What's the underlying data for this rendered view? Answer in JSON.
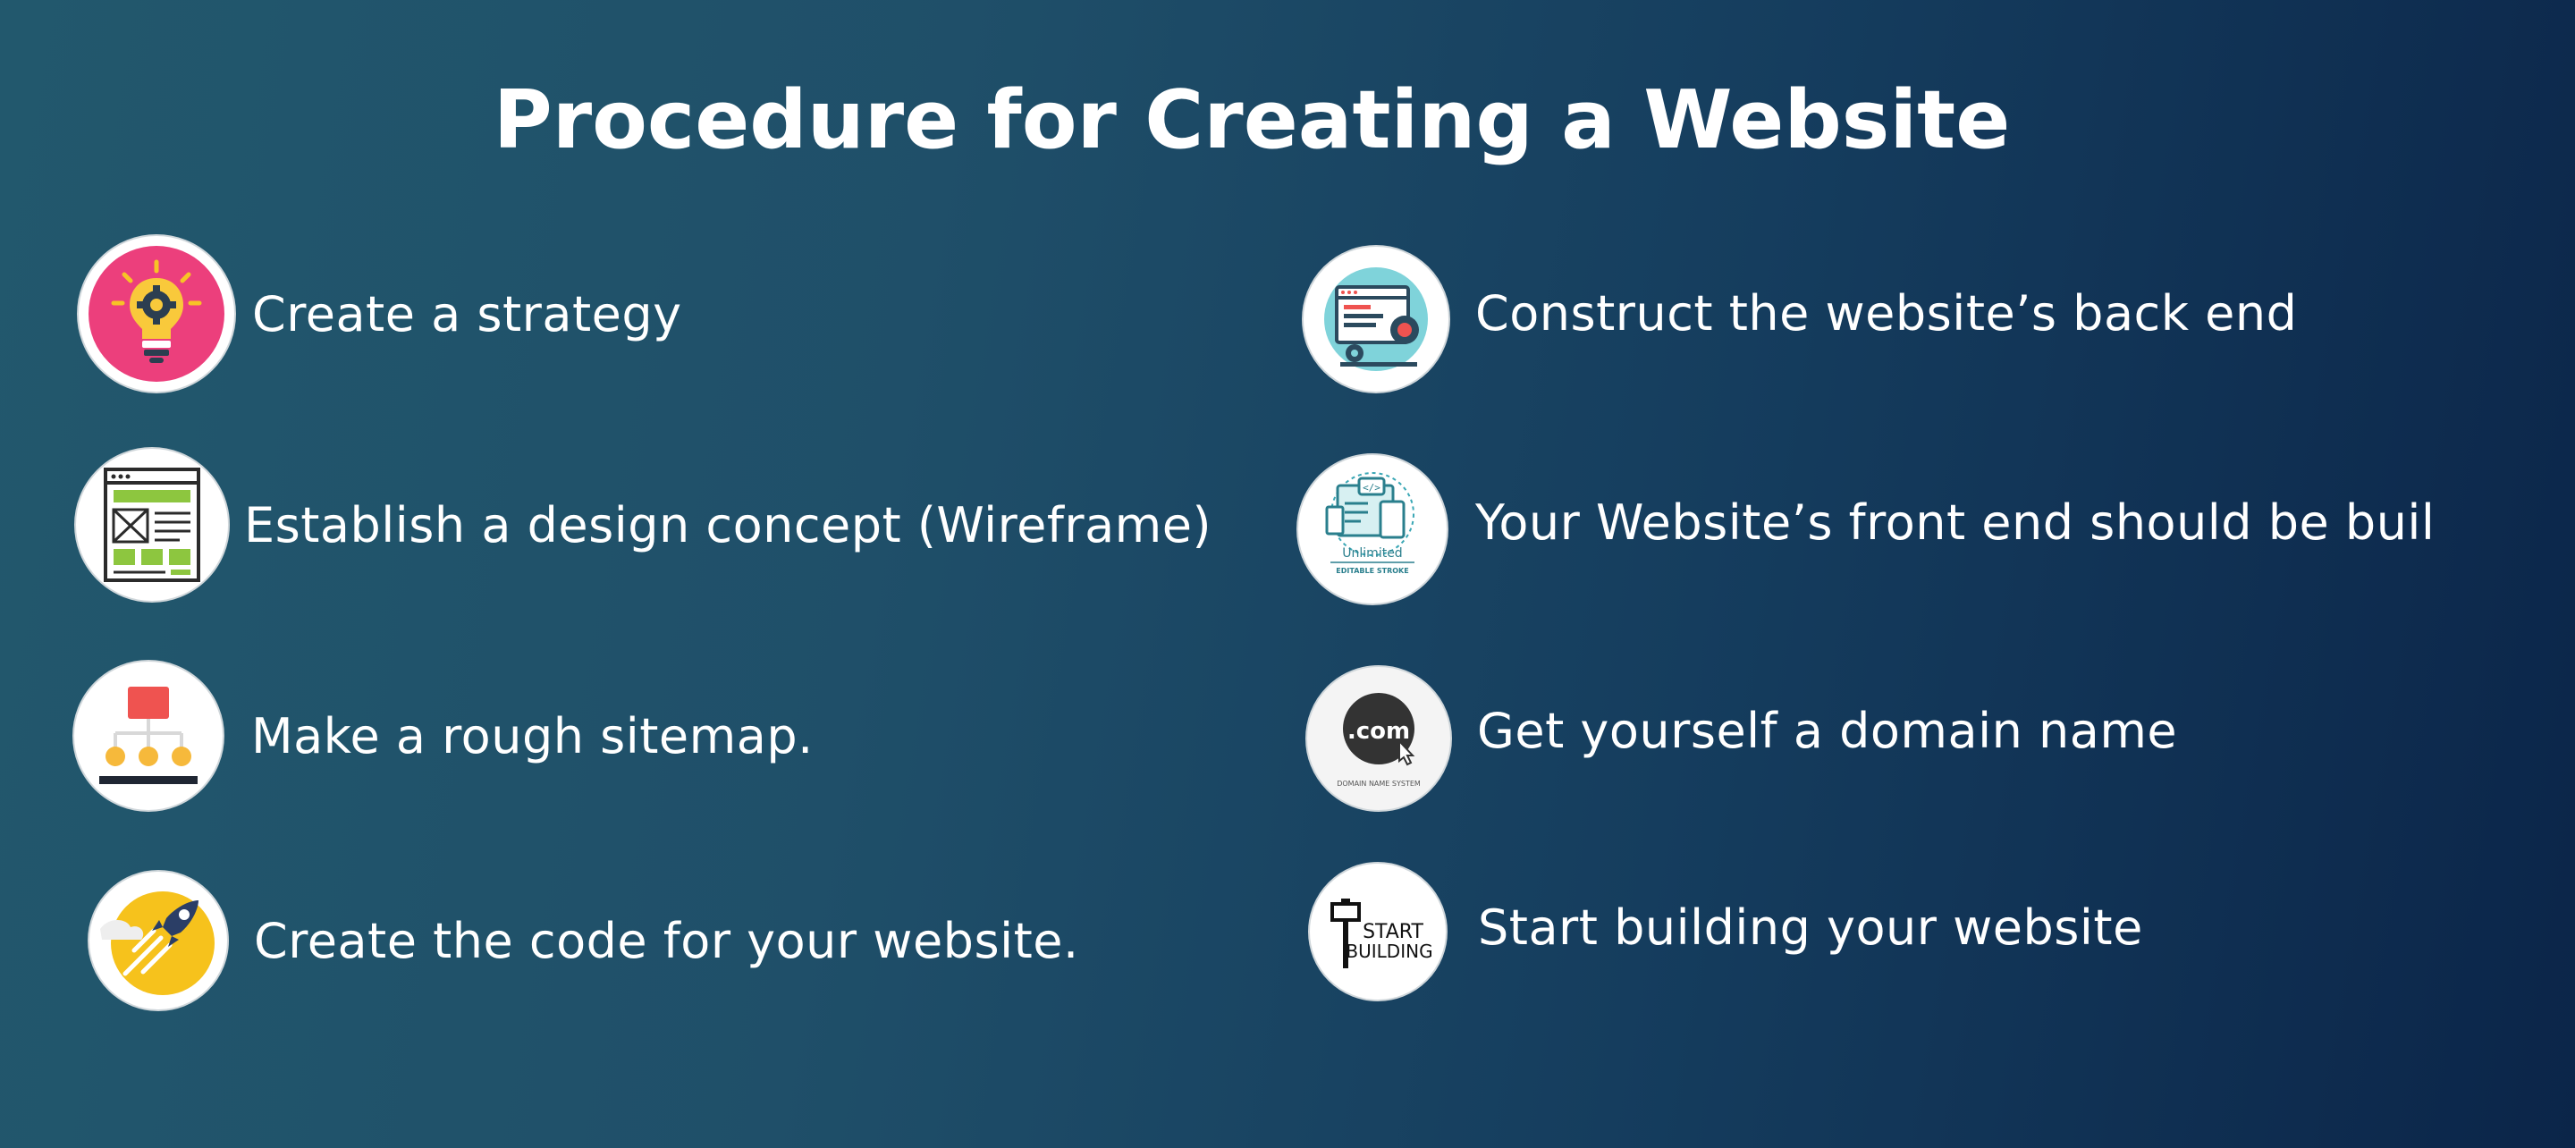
{
  "title": "Procedure for Creating a Website",
  "steps_left": [
    {
      "label": "Create a strategy",
      "icon": "lightbulb-gear-icon"
    },
    {
      "label": "Establish a design concept (Wireframe)",
      "icon": "wireframe-icon"
    },
    {
      "label": "Make a rough sitemap.",
      "icon": "sitemap-icon"
    },
    {
      "label": "Create the code for your website.",
      "icon": "rocket-icon"
    }
  ],
  "steps_right": [
    {
      "label": "Construct the website’s back end",
      "icon": "browser-gear-icon"
    },
    {
      "label": "Your Website’s front end should be buil",
      "icon": "frontend-devices-icon",
      "icon_text": "Unlimited",
      "icon_subtext": "EDITABLE STROKE"
    },
    {
      "label": "Get yourself a domain name",
      "icon": "dotcom-icon",
      "icon_text": ".com",
      "icon_subtext": "DOMAIN NAME SYSTEM"
    },
    {
      "label": "Start building your website",
      "icon": "start-building-icon",
      "icon_text_1": "START",
      "icon_text_2": "BUILDING"
    }
  ]
}
